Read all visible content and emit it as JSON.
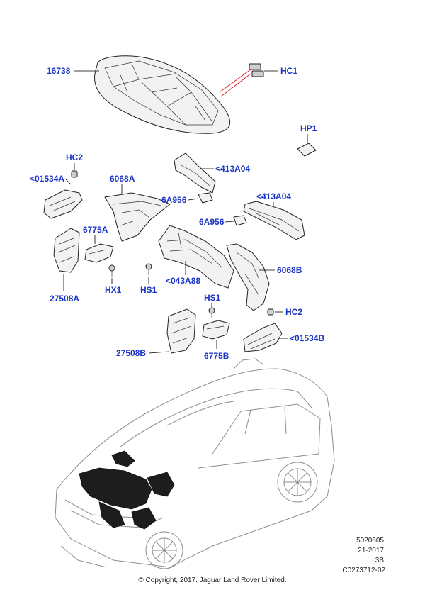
{
  "callouts": {
    "c16738": "16738",
    "hc1": "HC1",
    "hp1": "HP1",
    "hc2_left": "HC2",
    "c01534a": "<01534A",
    "c6068a": "6068A",
    "c413a04_top": "<413A04",
    "c6a956_top": "6A956",
    "c413a04_right": "<413A04",
    "c6a956_mid": "6A956",
    "c6775a": "6775A",
    "c27508a": "27508A",
    "hx1": "HX1",
    "hs1_left": "HS1",
    "c043a88": "<043A88",
    "c6068b": "6068B",
    "hs1_right": "HS1",
    "hc2_right": "HC2",
    "c01534b": "<01534B",
    "c27508b": "27508B",
    "c6775b": "6775B"
  },
  "footer": {
    "ref_line1": "5020605",
    "ref_line2": "21-2017",
    "ref_line3": "3B",
    "ref_line4": "C0273712-02",
    "copyright": "© Copyright, 2017. Jaguar Land Rover Limited."
  },
  "colors": {
    "callout_text": "#1a35c8",
    "leader_accent": "#e0202a"
  }
}
